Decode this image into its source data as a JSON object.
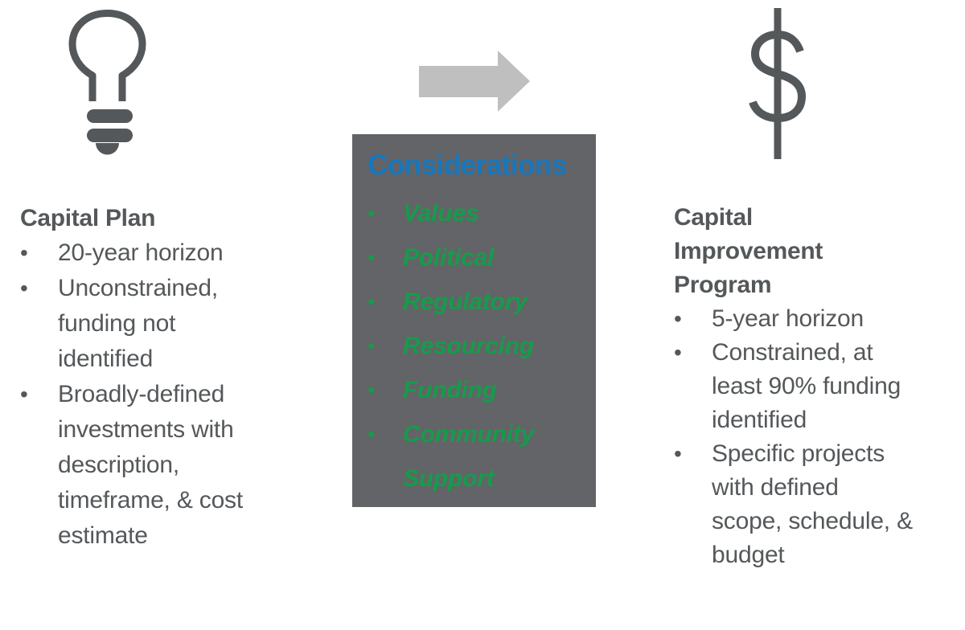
{
  "colors": {
    "text_gray": "#54585A",
    "box_gray": "#636467",
    "arrow_gray": "#BFBFBF",
    "title_blue": "#1777BE",
    "bullet_green": "#169B4B"
  },
  "bullet_glyph": "•",
  "left": {
    "icon": "lightbulb-icon",
    "title": "Capital Plan",
    "bullets": [
      "20-year horizon",
      "Unconstrained, funding not identified",
      "Broadly-defined investments with description, timeframe, & cost estimate"
    ]
  },
  "center": {
    "arrow_icon": "arrow-right-icon",
    "title": "Considerations",
    "bullets": [
      "Values",
      "Political",
      "Regulatory",
      "Resourcing",
      "Funding",
      "Community Support"
    ]
  },
  "right": {
    "icon": "dollar-icon",
    "title": "Capital Improvement Program",
    "bullets": [
      "5-year horizon",
      "Constrained, at least 90% funding identified",
      "Specific projects with defined scope, schedule, & budget"
    ]
  }
}
